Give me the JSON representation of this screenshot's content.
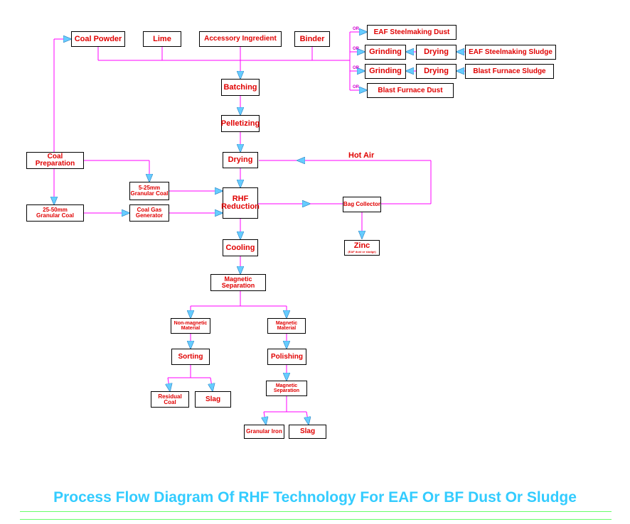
{
  "diagram": {
    "nodes": {
      "coal_powder": "Coal Powder",
      "lime": "Lime",
      "accessory": "Accessory Ingredient",
      "binder": "Binder",
      "eaf_dust": "EAF Steelmaking Dust",
      "grinding_1": "Grinding",
      "drying_1": "Drying",
      "eaf_sludge": "EAF Steelmaking Sludge",
      "grinding_2": "Grinding",
      "drying_2": "Drying",
      "bf_sludge": "Blast Furnace Sludge",
      "bf_dust": "Blast Furnace Dust",
      "batching": "Batching",
      "pelletizing": "Pelletizing",
      "drying_main": "Drying",
      "coal_prep": "Coal Preparation",
      "granular_coal_small": "5-25mm\nGranular Coal",
      "granular_coal_large": "25-50mm\nGranular Coal",
      "coal_gas_gen": "Coal Gas\nGenerator",
      "rhf": "RHF\nReduction",
      "bag_collector": "Bag Collector",
      "zinc": "Zinc",
      "zinc_note": "(EAF dust or sludge)",
      "cooling": "Cooling",
      "mag_sep_1": "Magnetic\nSeparation",
      "non_magnetic": "Non-magnetic\nMaterial",
      "magnetic": "Magnetic\nMaterial",
      "sorting": "Sorting",
      "polishing": "Polishing",
      "residual_coal": "Residual\nCoal",
      "slag_1": "Slag",
      "mag_sep_2": "Magnetic\nSeparation",
      "granular_iron": "Granular Iron",
      "slag_2": "Slag"
    },
    "hot_air_label": "Hot Air",
    "or_label": "OR",
    "title": "Process Flow Diagram Of RHF Technology For EAF Or BF Dust Or Sludge",
    "colors": {
      "connector": "#ff00ff",
      "arrowhead": "#66ccff",
      "node_text": "#e00000",
      "title": "#33ccff",
      "rule": "#66ff66"
    }
  }
}
